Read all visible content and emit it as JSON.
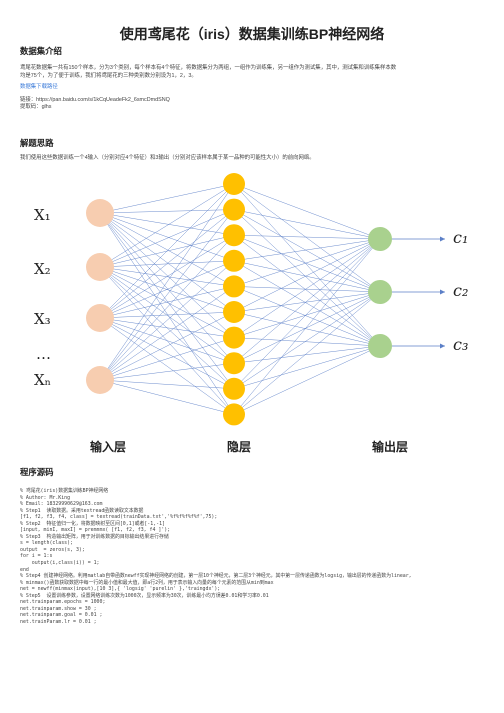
{
  "title": "使用鸢尾花（iris）数据集训练BP神经网络",
  "section1": {
    "heading": "数据集介绍",
    "para_line1": "鸢尾花数据集一共有150个样本，分为3个类别，每个样本有4个特征，将数据集分为两组，一组作为训练集，另一组作为测试集，其中，测试集和训练集样本数",
    "para_line2": "均是75个，为了便于训练，我们将鸢尾花的三种类别数分别设为1，2，3。",
    "download_link": "数据集下载路径",
    "link_line": "链接：https://pan.baidu.com/s/1kCqUeadeFk2_6smcDmdSNQ",
    "code_line": "提取码：glhs"
  },
  "section2": {
    "heading": "解题思路",
    "para": "我们使用这些数据训练一个4输入（分别对应4个特征）和3输出（分别对应该样本属于某一品种的可能性大小）的前向网络。"
  },
  "diagram": {
    "inputs": [
      "X₁",
      "X₂",
      "X₃",
      "…",
      "Xₙ"
    ],
    "outputs": [
      "c₁",
      "c₂",
      "c₃"
    ],
    "input_layer_label": "输入层",
    "hidden_layer_label": "隐层",
    "output_layer_label": "输出层",
    "colors": {
      "input_node": "#f7cdb0",
      "hidden_node": "#ffc000",
      "output_node": "#a9d18e",
      "edge": "#5b7fc7"
    }
  },
  "section3": {
    "heading": "程序源码",
    "code_lines": [
      "% 鸢尾花(iris)数据集训练BP神经网络",
      "% Author: Mr.King",
      "% Email: 18329990629@163.com",
      "",
      "% Step1  读取数据。采用textread函数读取文本数据",
      "[f1, f2, f3, f4, class] = textread(trainData.txt','%f%f%f%f%f',75);",
      "",
      "% Step2  特征值归一化，将数据映射至区间[0,1]或者[-1,-1]",
      "[input, minI, maxI] = premnmx( [f1, f2, f3, f4 ]');",
      "",
      "% Step3  构造输出矩阵，用于对训练数据的目标输出结果进行存储",
      "s = length(class);",
      "output  = zeros(s, 3);",
      "for i = 1:s",
      "    output(i,class(i)) = 1;",
      "end",
      "",
      "% Step4  创建神经网络。利用matlab自带函数newff实现神经网络的创建，第一层10个神经元，第二层3个神经元，其中第一层传递函数为logsig，输出层的传递函数为linear,",
      "% minmax()函数获取数据中每一行的最小值和最大值，即a行2列，用于表示输入向量的每个元素的范围从min到max",
      "net = newff(minmax(input),[10 3],{ 'logsig' 'purelin' },'traingdx');",
      "",
      "% Step5  设置训练参数，设置网络训练次数为1000次，显示频率为30次，训练最小均方误差0.01和学习率0.01",
      "net.trainparam.epochs = 1000;",
      "net.trainparam.show = 30 ;",
      "net.trainparam.goal = 0.01 ;",
      "net.trainParam.lr = 0.01 ;"
    ]
  }
}
